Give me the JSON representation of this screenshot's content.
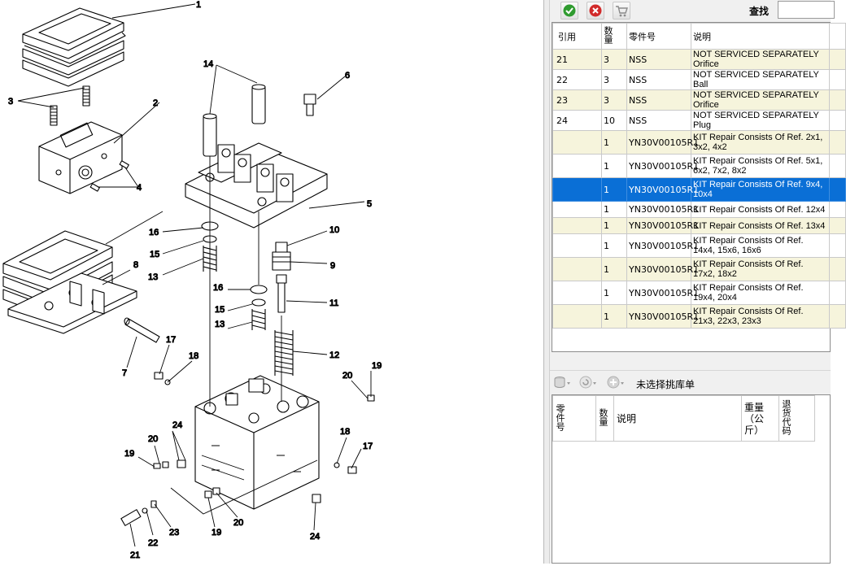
{
  "diagram": {
    "callouts": [
      "1",
      "2",
      "3",
      "4",
      "5",
      "6",
      "7",
      "8",
      "9",
      "10",
      "11",
      "12",
      "13",
      "14",
      "15",
      "16",
      "17",
      "18",
      "19",
      "20",
      "21",
      "22",
      "23",
      "24"
    ]
  },
  "toolbar": {
    "confirm_icon": "green-check-icon",
    "cancel_icon": "red-x-icon",
    "cart_icon": "shopping-cart-icon",
    "search_label": "查找",
    "search_value": ""
  },
  "parts_table": {
    "headers": [
      "引用",
      "数量",
      "零件号",
      "说明"
    ],
    "rows": [
      {
        "ref": "21",
        "qty": "3",
        "part": "NSS",
        "desc": "NOT SERVICED SEPARATELY Orifice"
      },
      {
        "ref": "22",
        "qty": "3",
        "part": "NSS",
        "desc": "NOT SERVICED SEPARATELY Ball"
      },
      {
        "ref": "23",
        "qty": "3",
        "part": "NSS",
        "desc": "NOT SERVICED SEPARATELY Orifice"
      },
      {
        "ref": "24",
        "qty": "10",
        "part": "NSS",
        "desc": "NOT SERVICED SEPARATELY Plug"
      },
      {
        "ref": "",
        "qty": "1",
        "part": "YN30V00105R1",
        "desc": "KIT Repair Consists Of Ref. 2x1, 3x2, 4x2"
      },
      {
        "ref": "",
        "qty": "1",
        "part": "YN30V00105R1",
        "desc": "KIT Repair Consists Of Ref. 5x1, 6x2, 7x2, 8x2"
      },
      {
        "ref": "",
        "qty": "1",
        "part": "YN30V00105R1",
        "desc": "KIT Repair Consists Of Ref. 9x4, 10x4"
      },
      {
        "ref": "",
        "qty": "1",
        "part": "YN30V00105R1",
        "desc": "KIT Repair Consists Of Ref. 12x4"
      },
      {
        "ref": "",
        "qty": "1",
        "part": "YN30V00105R1",
        "desc": "KIT Repair Consists Of Ref. 13x4"
      },
      {
        "ref": "",
        "qty": "1",
        "part": "YN30V00105R1",
        "desc": "KIT Repair Consists Of Ref. 14x4, 15x6, 16x6"
      },
      {
        "ref": "",
        "qty": "1",
        "part": "YN30V00105R1",
        "desc": "KIT Repair Consists Of Ref. 17x2, 18x2"
      },
      {
        "ref": "",
        "qty": "1",
        "part": "YN30V00105R1",
        "desc": "KIT Repair Consists Of Ref. 19x4, 20x4"
      },
      {
        "ref": "",
        "qty": "1",
        "part": "YN30V00105R1",
        "desc": "KIT Repair Consists Of Ref. 21x3, 22x3, 23x3"
      }
    ],
    "selected_index": 6
  },
  "pick_toolbar": {
    "icons": [
      "stack-icon",
      "refresh-icon",
      "add-icon"
    ],
    "label": "未选择挑库单"
  },
  "pick_table": {
    "headers": [
      "零件号",
      "数量",
      "说明",
      "重量（公斤）",
      "退货代码"
    ]
  },
  "colors": {
    "odd_row": "#f6f4dc",
    "selected_row": "#0a6fd6",
    "panel_bg": "#f0f0f0"
  }
}
